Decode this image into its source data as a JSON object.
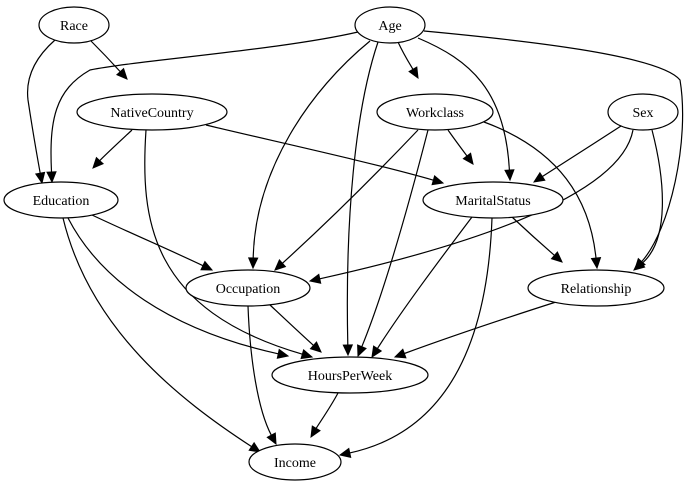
{
  "graph": {
    "nodes": [
      {
        "id": "race",
        "label": "Race"
      },
      {
        "id": "age",
        "label": "Age"
      },
      {
        "id": "nativecountry",
        "label": "NativeCountry"
      },
      {
        "id": "workclass",
        "label": "Workclass"
      },
      {
        "id": "sex",
        "label": "Sex"
      },
      {
        "id": "education",
        "label": "Education"
      },
      {
        "id": "maritalstatus",
        "label": "MaritalStatus"
      },
      {
        "id": "occupation",
        "label": "Occupation"
      },
      {
        "id": "relationship",
        "label": "Relationship"
      },
      {
        "id": "hoursperweek",
        "label": "HoursPerWeek"
      },
      {
        "id": "income",
        "label": "Income"
      }
    ],
    "edges": [
      {
        "from": "race",
        "to": "nativecountry"
      },
      {
        "from": "race",
        "to": "education"
      },
      {
        "from": "age",
        "to": "education"
      },
      {
        "from": "age",
        "to": "workclass"
      },
      {
        "from": "age",
        "to": "maritalstatus"
      },
      {
        "from": "age",
        "to": "occupation"
      },
      {
        "from": "age",
        "to": "hoursperweek"
      },
      {
        "from": "age",
        "to": "relationship"
      },
      {
        "from": "nativecountry",
        "to": "education"
      },
      {
        "from": "nativecountry",
        "to": "maritalstatus"
      },
      {
        "from": "nativecountry",
        "to": "hoursperweek"
      },
      {
        "from": "workclass",
        "to": "maritalstatus"
      },
      {
        "from": "workclass",
        "to": "occupation"
      },
      {
        "from": "workclass",
        "to": "hoursperweek"
      },
      {
        "from": "workclass",
        "to": "relationship"
      },
      {
        "from": "sex",
        "to": "maritalstatus"
      },
      {
        "from": "sex",
        "to": "occupation"
      },
      {
        "from": "sex",
        "to": "relationship"
      },
      {
        "from": "education",
        "to": "occupation"
      },
      {
        "from": "education",
        "to": "hoursperweek"
      },
      {
        "from": "education",
        "to": "income"
      },
      {
        "from": "maritalstatus",
        "to": "relationship"
      },
      {
        "from": "maritalstatus",
        "to": "hoursperweek"
      },
      {
        "from": "maritalstatus",
        "to": "income"
      },
      {
        "from": "occupation",
        "to": "hoursperweek"
      },
      {
        "from": "occupation",
        "to": "income"
      },
      {
        "from": "relationship",
        "to": "hoursperweek"
      },
      {
        "from": "hoursperweek",
        "to": "income"
      }
    ]
  }
}
